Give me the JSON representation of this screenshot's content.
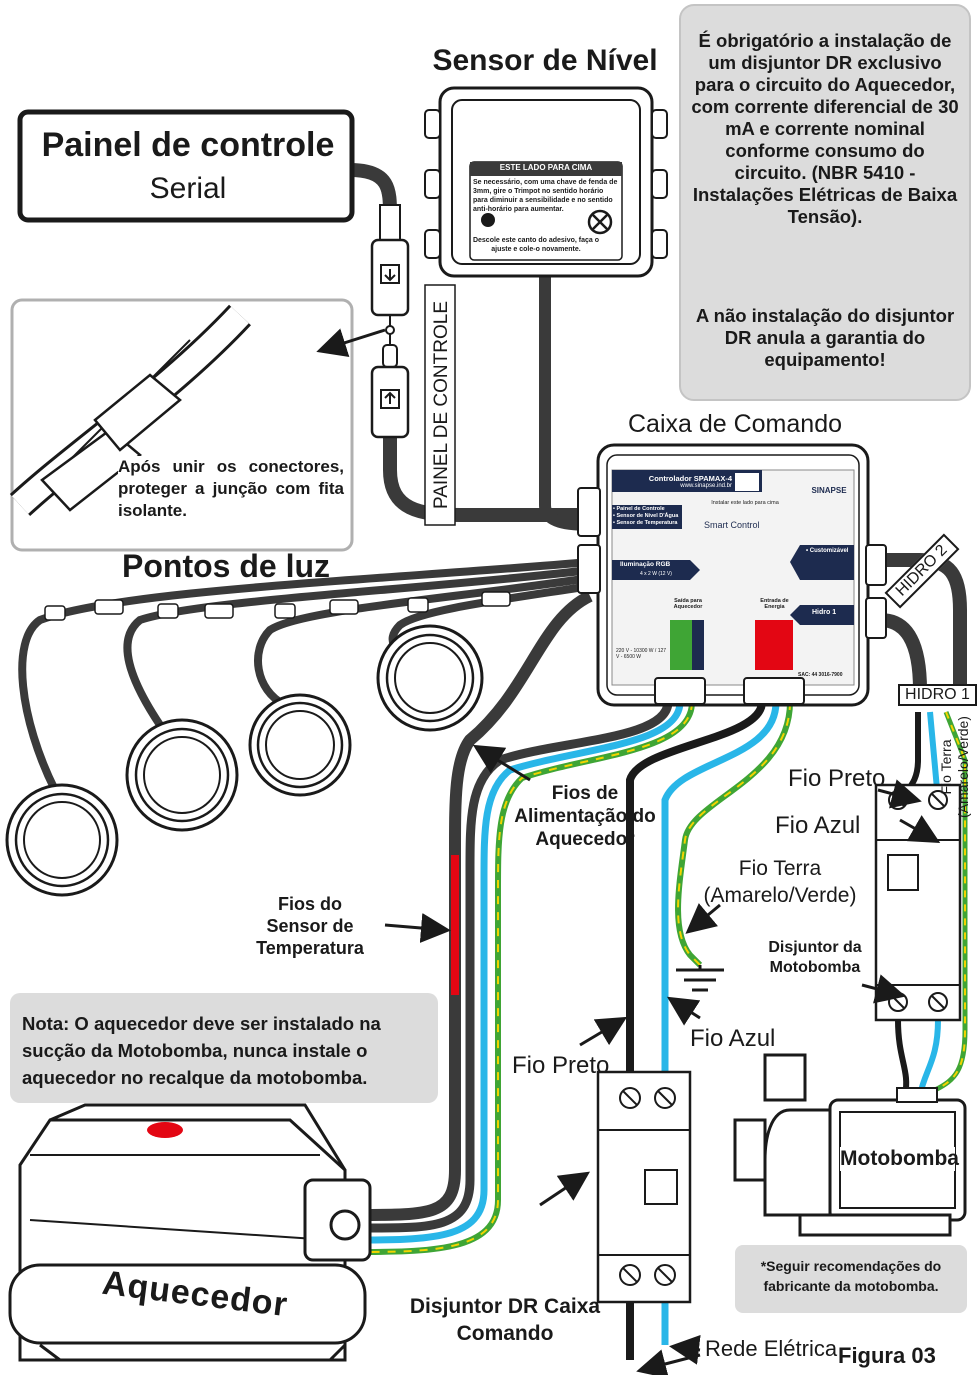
{
  "sensor_nivel": {
    "title": "Sensor de Nível",
    "label_top": "ESTE LADO PARA CIMA",
    "instructions": "Se necessário, com uma chave de fenda de 3mm, gire o Trimpot no sentido horário para diminuir a sensibilidade e no sentido anti-horário para aumentar.",
    "peel": "Descole este canto do adesivo, faça o ajuste e cole-o novamente."
  },
  "painel": {
    "title": "Painel de controle",
    "subtitle": "Serial",
    "cable_tag": "PAINEL DE CONTROLE"
  },
  "junction_note": "Após unir os conectores, proteger a junção com fita isolante.",
  "warning": {
    "text": "É obrigatório a instalação de um disjuntor DR exclusivo para o circuito do Aquecedor, com corrente diferencial de 30 mA e corrente nominal conforme consumo do circuito. (NBR 5410 - Instalações Elétricas de Baixa Tensão).",
    "text2": "A não instalação do disjuntor DR anula a garantia do equipamento!"
  },
  "caixa": {
    "title": "Caixa de Comando",
    "brand_model": "Controlador SPAMAX-4",
    "brand_site": "www.sinapse.ind.br",
    "brand": "SINAPSE",
    "install_hint": "Instalar este lado para cima",
    "smart": "Smart Control",
    "inputs": [
      "• Painel de Controle",
      "• Sensor de Nível D'Água",
      "• Sensor de Temperatura"
    ],
    "rgb": "Iluminação RGB",
    "rgb_spec": "4 x 2 W (12 V)",
    "custom": "• Customizável",
    "hidro1": "Hidro 1",
    "out_heater": "Saída para Aquecedor",
    "in_power": "Entrada de Energia",
    "sac": "SAC: 44 3016-7900",
    "power_spec": "220 V - 10300 W / 127 V - 6500 W"
  },
  "labels": {
    "pontos_luz": "Pontos de luz",
    "hidro2": "HIDRO 2",
    "hidro1": "HIDRO 1",
    "fio_terra_side": "Fio Terra (Amarelo/Verde)",
    "fio_preto_top": "Fio Preto",
    "fio_azul_top": "Fio Azul",
    "fios_alim": "Fios de Alimentação do Aquecedor",
    "fio_terra_mid": "Fio Terra (Amarelo/Verde)",
    "disj_moto": "Disjuntor da Motobomba",
    "fios_sensor": "Fios do Sensor de Temperatura",
    "fio_preto_low": "Fio Preto",
    "fio_azul_low": "Fio Azul",
    "motobomba": "Motobomba",
    "aquecedor": "Aquecedor",
    "disj_dr": "Disjuntor DR Caixa Comando",
    "rede": "Rede Elétrica",
    "figura": "Figura 03"
  },
  "nota": "Nota: O aquecedor deve ser instalado na sucção da Motobomba, nunca instale o aquecedor no recalque da motobomba.",
  "seguir": "*Seguir recomendações do fabricante da motobomba.",
  "colors": {
    "cable": "#3a3a3a",
    "blue": "#29b6e8",
    "green": "#3fa535",
    "yellow": "#f2d400",
    "gray_box": "#dcdcdc",
    "red": "#e30613"
  }
}
